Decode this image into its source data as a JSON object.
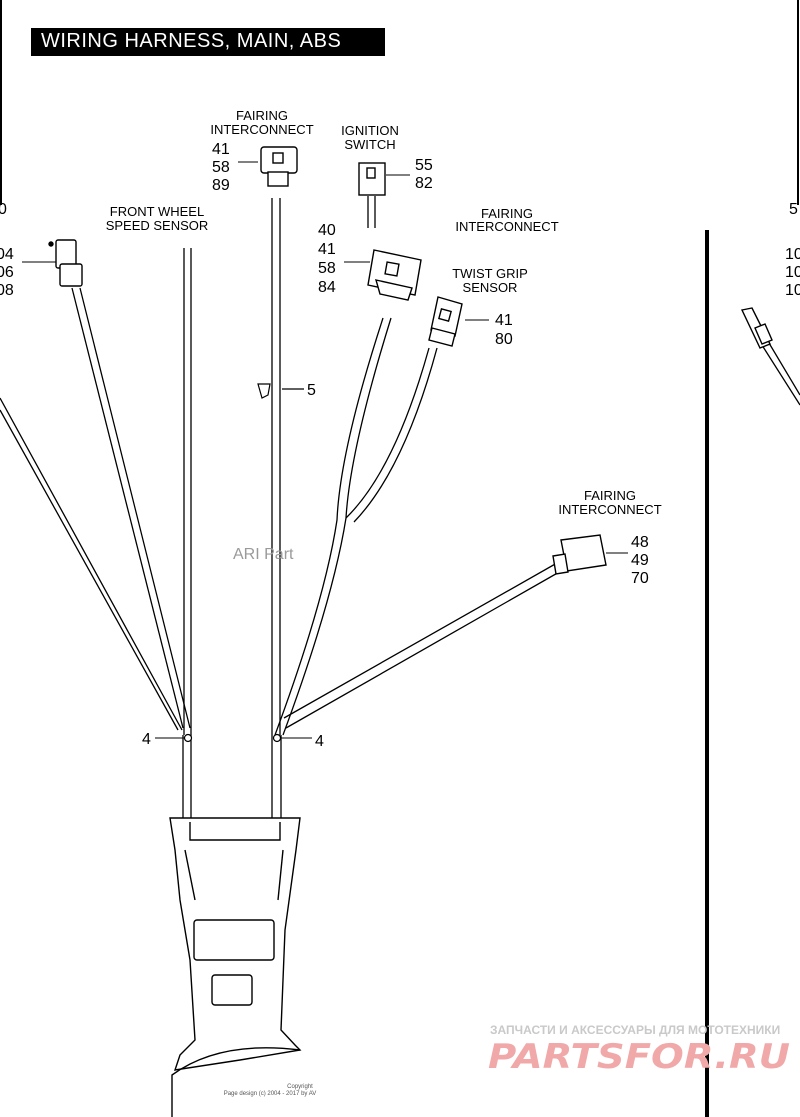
{
  "title": "WIRING HARNESS, MAIN, ABS",
  "labels": {
    "fairing_interconnect_top": [
      "FAIRING",
      "INTERCONNECT"
    ],
    "fairing_interconnect_top_nums": [
      "41",
      "58",
      "89"
    ],
    "ignition_switch": [
      "IGNITION",
      "SWITCH"
    ],
    "ignition_switch_nums": [
      "55",
      "82"
    ],
    "front_wheel_speed_sensor": [
      "FRONT WHEEL",
      "SPEED SENSOR"
    ],
    "left_edge_nums": [
      "0",
      "04",
      "06",
      "08"
    ],
    "fairing_interconnect_mid": [
      "FAIRING",
      "INTERCONNECT"
    ],
    "fairing_interconnect_mid_nums": [
      "40",
      "41",
      "58",
      "84"
    ],
    "twist_grip_sensor": [
      "TWIST GRIP",
      "SENSOR"
    ],
    "twist_grip_sensor_nums": [
      "41",
      "80"
    ],
    "right_edge_nums": [
      "5",
      "10",
      "10",
      "10"
    ],
    "clip_callout": "5",
    "fairing_interconnect_right": [
      "FAIRING",
      "INTERCONNECT"
    ],
    "fairing_interconnect_right_nums": [
      "48",
      "49",
      "70"
    ],
    "fastener_left": "4",
    "fastener_right": "4"
  },
  "watermark": "ARI Part",
  "copyright": [
    "Copyright",
    "Page design (c) 2004 - 2017 by AV"
  ],
  "brand": {
    "tagline": "ЗАПЧАСТИ И АКСЕССУАРЫ ДЛЯ МОТОТЕХНИКИ",
    "name": "PARTSFOR.RU"
  }
}
